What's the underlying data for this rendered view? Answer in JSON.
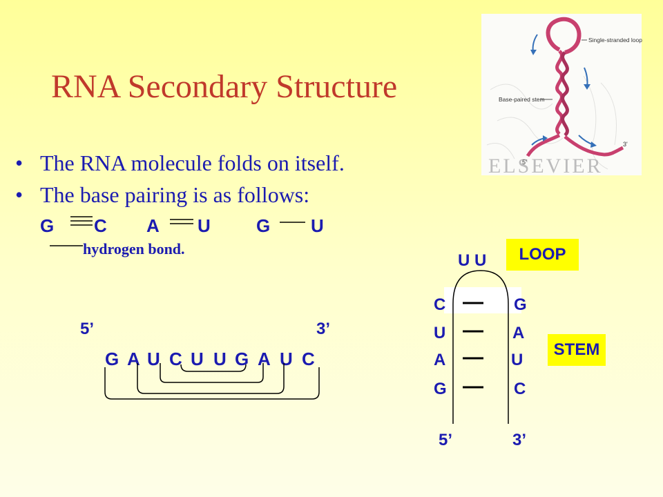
{
  "title": "RNA Secondary Structure",
  "bullets": [
    "The RNA molecule folds on itself.",
    "The base pairing is as follows:"
  ],
  "bullet_symbol": "•",
  "pairs": {
    "left": [
      "G",
      "A",
      "G"
    ],
    "right": [
      "C",
      "U",
      "U"
    ],
    "bond_counts": [
      3,
      2,
      1
    ]
  },
  "legend_text": "hydrogen bond.",
  "linear": {
    "five_prime": "5’",
    "three_prime": "3’",
    "sequence": [
      "G",
      "A",
      "U",
      "C",
      "U",
      "U",
      "G",
      "A",
      "U",
      "C"
    ]
  },
  "hairpin": {
    "loop_bases": "U U",
    "left_strand": [
      "C",
      "U",
      "A",
      "G"
    ],
    "right_strand": [
      "G",
      "A",
      "U",
      "C"
    ],
    "five_prime": "5’",
    "three_prime": "3’",
    "loop_label": "LOOP",
    "stem_label": "STEM"
  },
  "inset_figure": {
    "single_stranded_label": "Single-stranded loop",
    "stem_label": "Base-paired stem",
    "five_prime": "5'",
    "three_prime": "3'",
    "watermark": "ELSEVIER"
  },
  "colors": {
    "title": "#c0392b",
    "text": "#1b1bb0",
    "label_box": "#ffff00",
    "rna_strand": "#c8406e"
  }
}
